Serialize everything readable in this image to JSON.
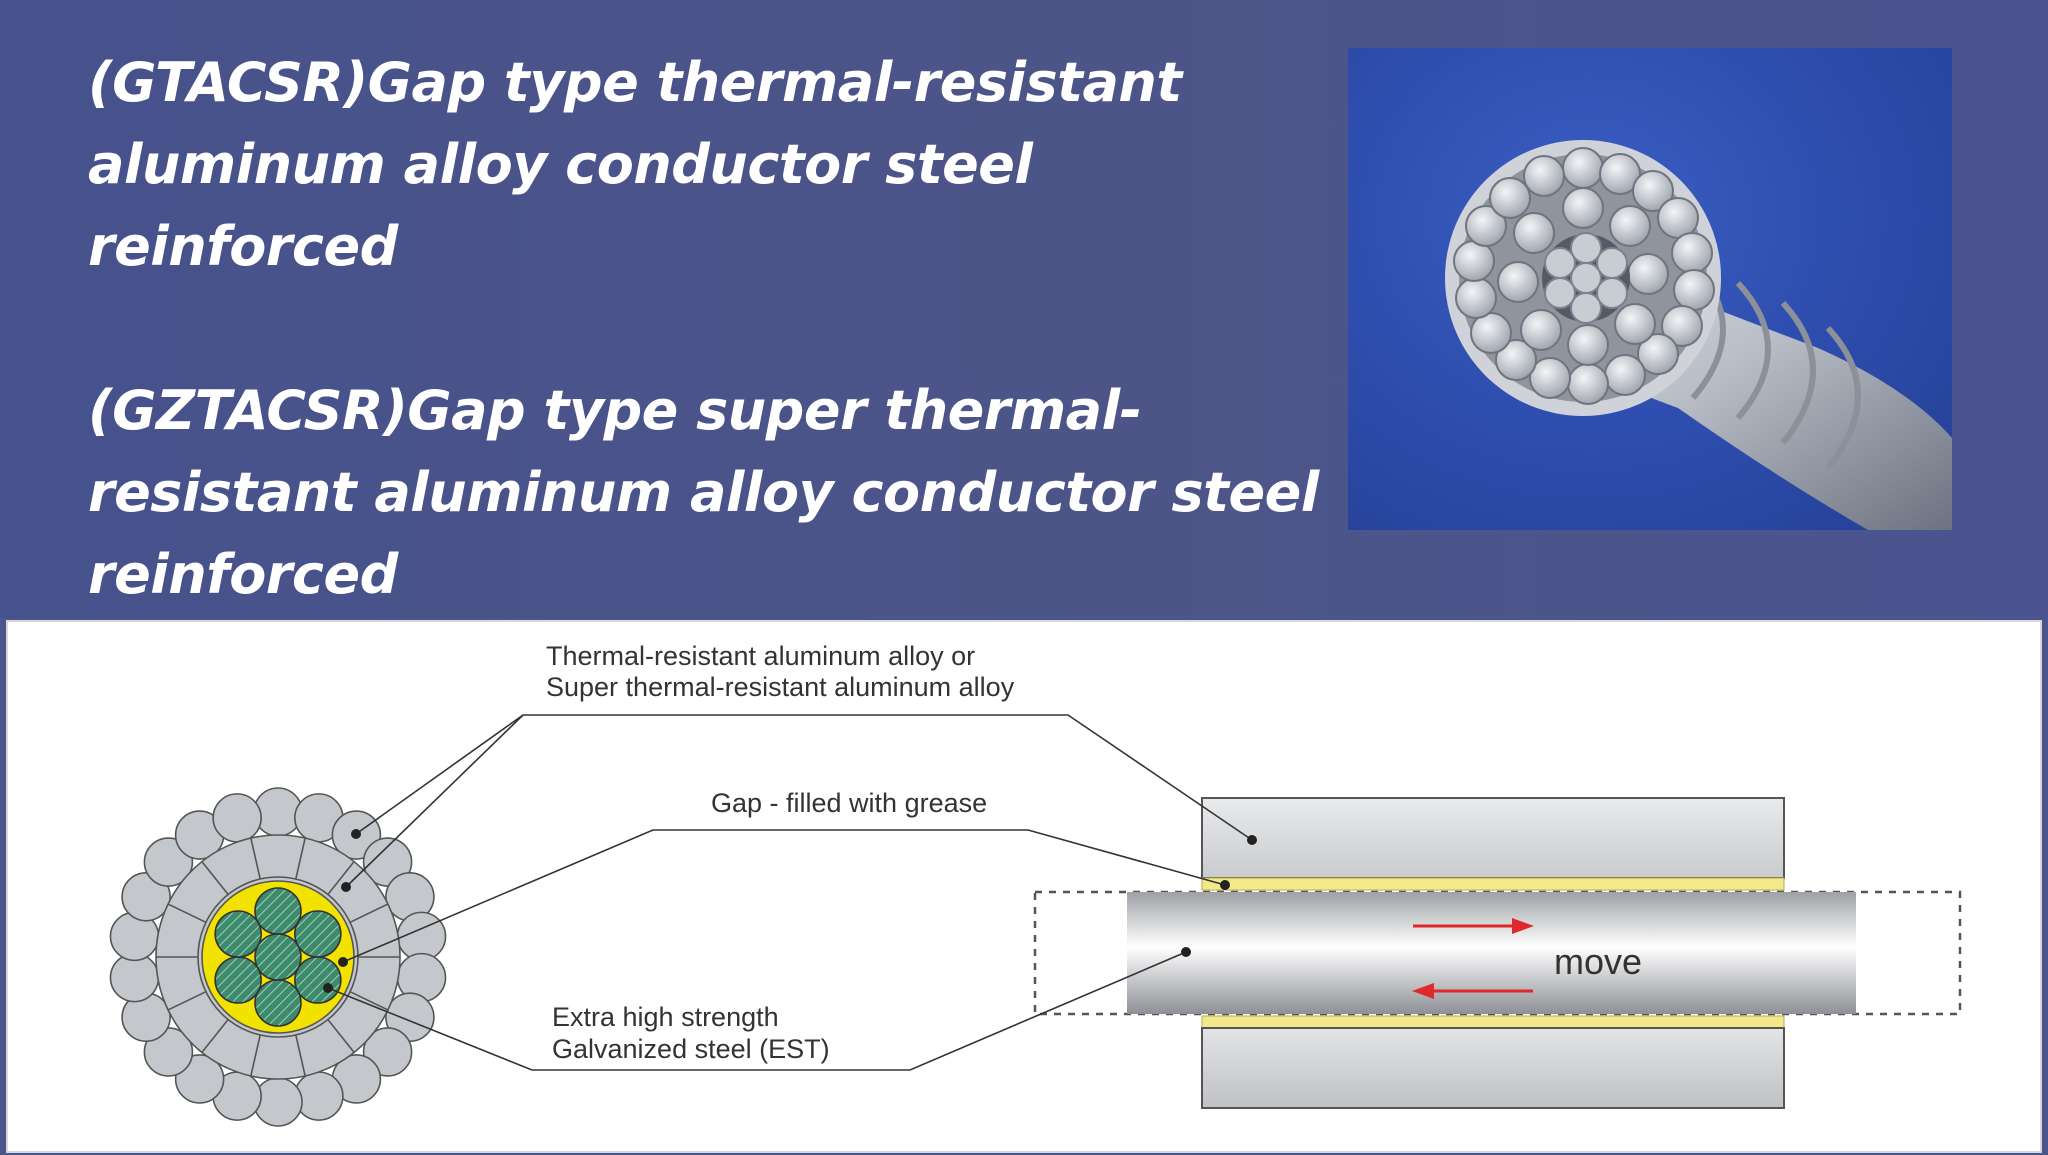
{
  "slide": {
    "heading_1": "(GTACSR)Gap type thermal-resistant aluminum alloy conductor steel reinforced",
    "heading_2": "(GZTACSR)Gap type super thermal-resistant aluminum alloy conductor steel reinforced"
  },
  "diagram": {
    "label_alloy_line1": "Thermal-resistant aluminum alloy or",
    "label_alloy_line2": "Super thermal-resistant aluminum alloy",
    "label_gap": "Gap - filled with grease",
    "label_steel_line1": "Extra high strength",
    "label_steel_line2": "Galvanized steel (EST)",
    "label_move": "move"
  },
  "colors": {
    "background": "#4b558c",
    "heading_text": "#ffffff",
    "grease": "#f3e98a",
    "arrow": "#e0282c",
    "steel_core": "#3e8a6c"
  }
}
